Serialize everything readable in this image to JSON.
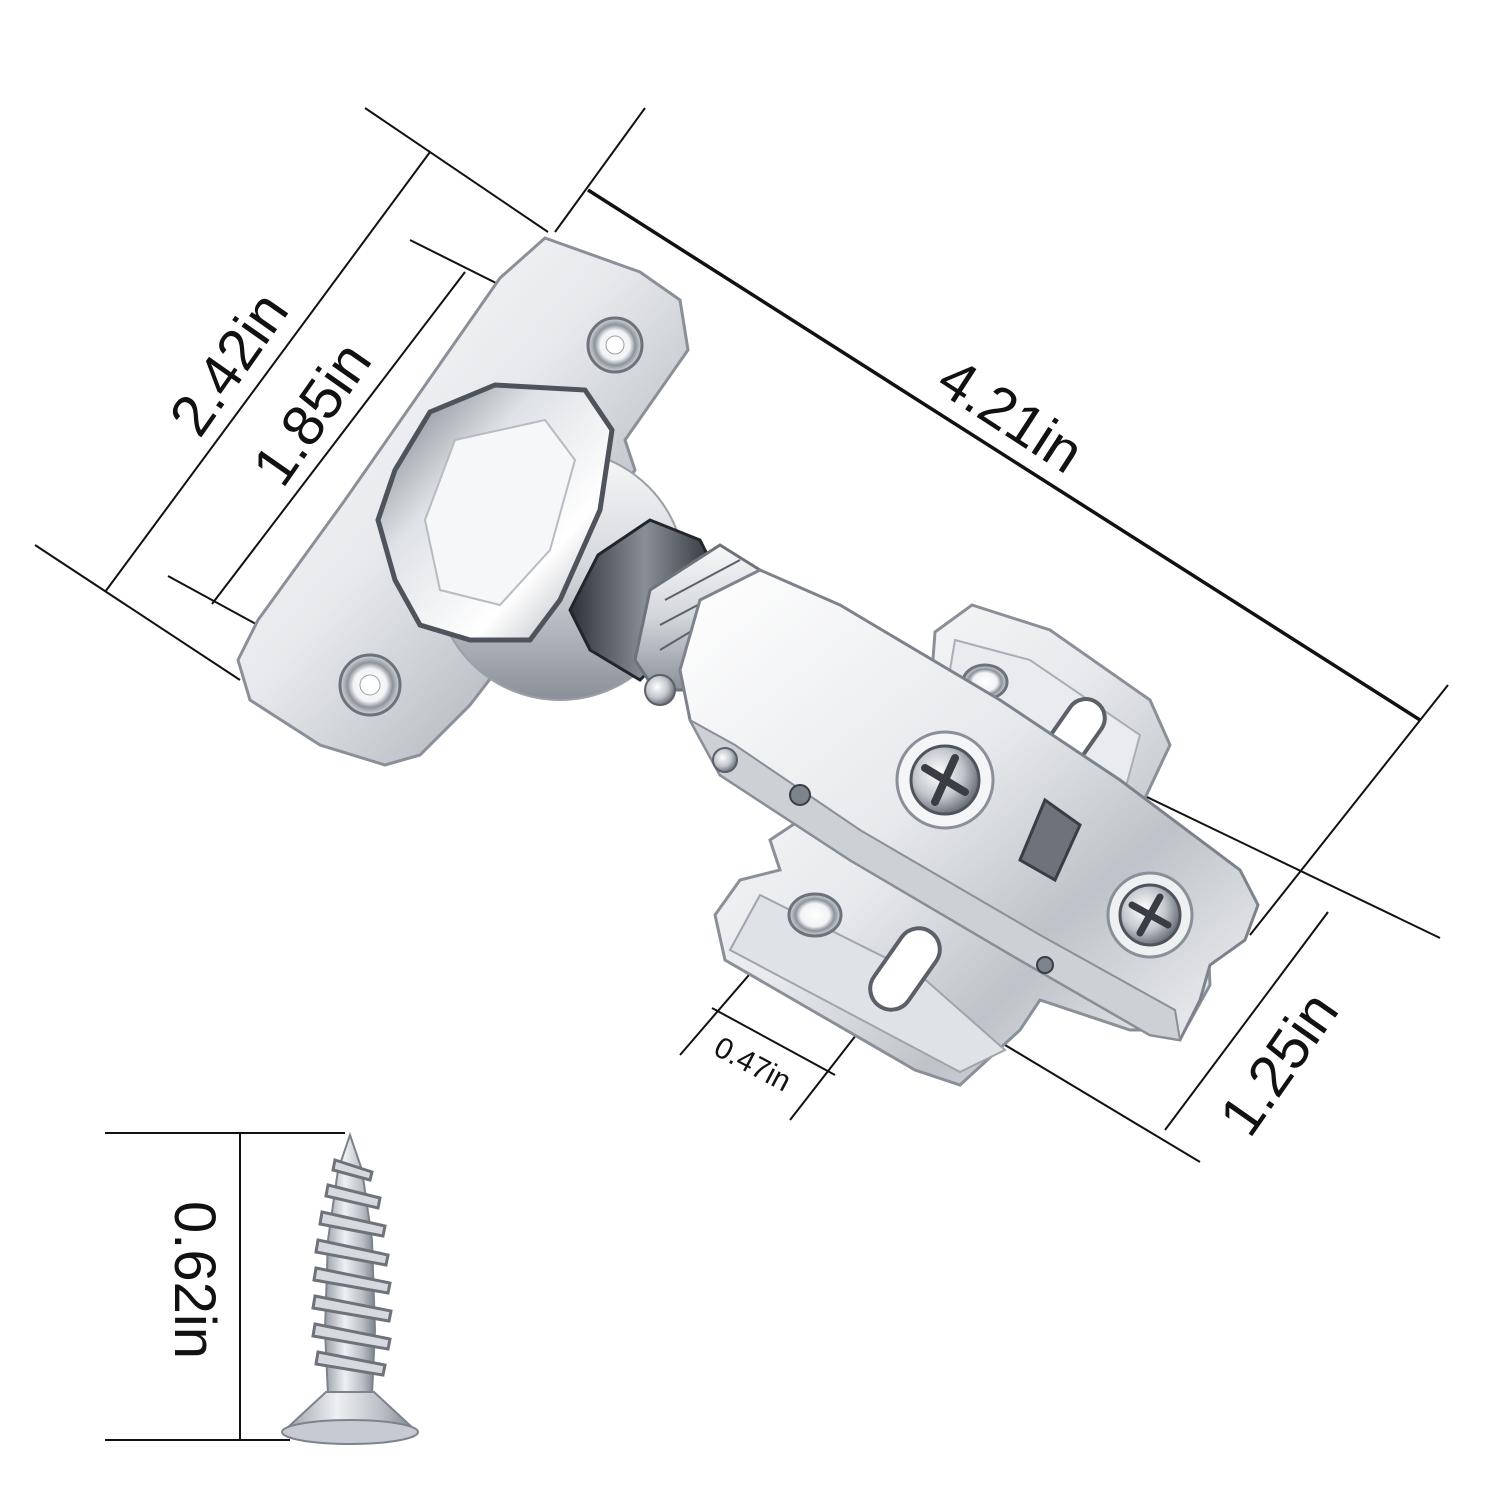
{
  "dimensions": {
    "cup_plate_width": "2.42in",
    "hole_spacing": "1.85in",
    "overall_length": "4.21in",
    "mount_plate_width": "1.25in",
    "slot_offset": "0.47in",
    "screw_length": "0.62in"
  },
  "colors": {
    "steel_light": "#f4f5f7",
    "steel_mid": "#c9ccd2",
    "steel_dark": "#5b6069",
    "screw": "#cfd3d8",
    "line": "#111111"
  },
  "icons": {
    "hinge": "concealed-cabinet-hinge-illustration",
    "screw": "countersunk-wood-screw-illustration"
  }
}
